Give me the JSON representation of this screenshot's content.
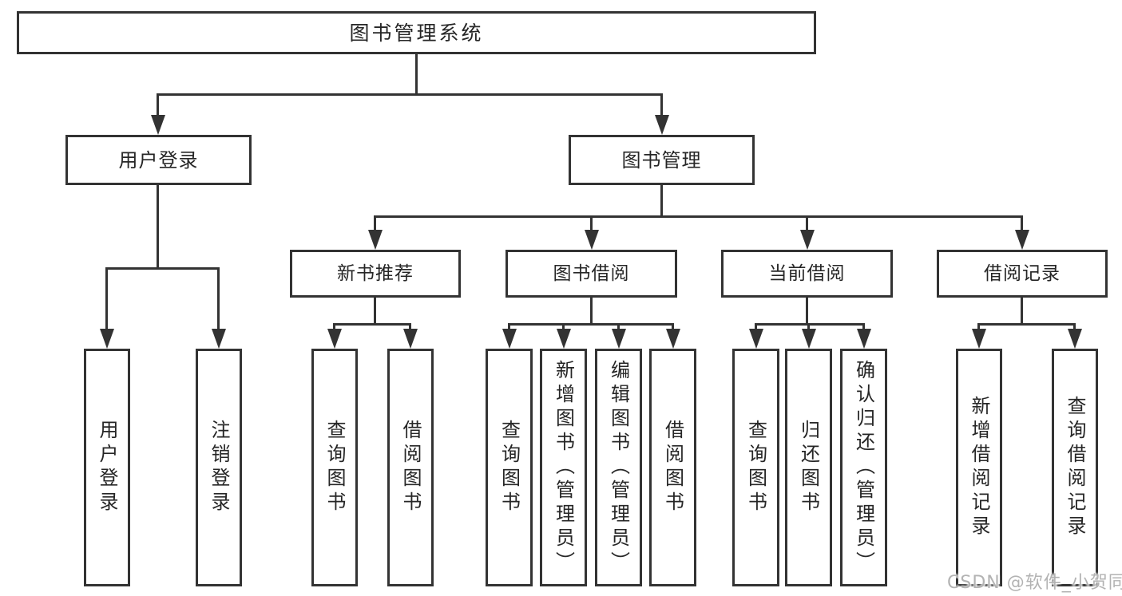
{
  "diagram": {
    "type": "hierarchy-tree",
    "nodes": {
      "root": "图书管理系统",
      "level1": [
        "用户登录",
        "图书管理"
      ],
      "level2": [
        "新书推荐",
        "图书借阅",
        "当前借阅",
        "借阅记录"
      ],
      "leaves": {
        "user_login": [
          "用户登录",
          "注销登录"
        ],
        "new_book_rec": [
          "查询图书",
          "借阅图书"
        ],
        "book_borrow": [
          "查询图书",
          "新增图书（管理员）",
          "编辑图书（管理员）",
          "借阅图书"
        ],
        "current_borrow": [
          "查询图书",
          "归还图书",
          "确认归还（管理员）"
        ],
        "borrow_records": [
          "新增借阅记录",
          "查询借阅记录"
        ]
      }
    },
    "colors": {
      "line": "#333333",
      "text": "#262626",
      "box_background": "#ffffff",
      "page_background": "#ffffff",
      "watermark": "#b3b3b3"
    }
  },
  "watermark": "CSDN @软件_小贺同学"
}
